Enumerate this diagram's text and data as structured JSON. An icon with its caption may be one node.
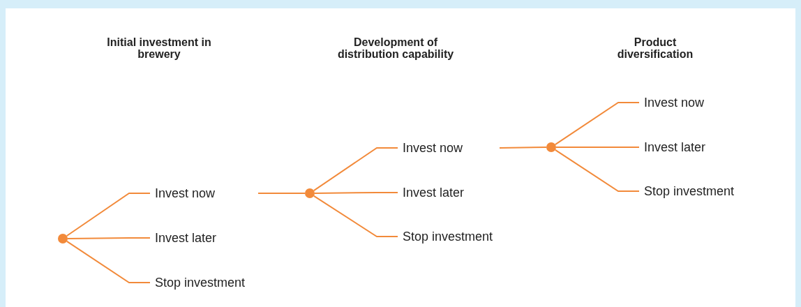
{
  "diagram": {
    "nodes": [
      {
        "text": [],
        "shape": "circle"
      },
      {
        "text": [
          "Invest now"
        ]
      },
      {
        "text": [
          "Invest later"
        ]
      },
      {
        "text": [
          "Stop investment"
        ]
      },
      {
        "text": [],
        "shape": "circle"
      },
      {
        "text": [
          "Invest now"
        ]
      },
      {
        "text": [
          "Invest later"
        ]
      },
      {
        "text": [
          "Stop investment"
        ]
      },
      {
        "text": [],
        "shape": "circle"
      },
      {
        "text": [
          "Invest now"
        ]
      },
      {
        "text": [
          "Invest later"
        ]
      },
      {
        "text": [
          "Stop investment"
        ]
      }
    ],
    "edges": [
      {
        "from": 0,
        "to": 1,
        "arrow": "none"
      },
      {
        "from": 0,
        "to": 2,
        "arrow": "none"
      },
      {
        "from": 0,
        "to": 3,
        "arrow": "none"
      },
      {
        "from": 1,
        "to": 4,
        "arrow": "none"
      },
      {
        "from": 4,
        "to": 5,
        "arrow": "none"
      },
      {
        "from": 4,
        "to": 6,
        "arrow": "none"
      },
      {
        "from": 4,
        "to": 7,
        "arrow": "none"
      },
      {
        "from": 5,
        "to": 8,
        "arrow": "none"
      },
      {
        "from": 8,
        "to": 9,
        "arrow": "none"
      },
      {
        "from": 8,
        "to": 10,
        "arrow": "none"
      },
      {
        "from": 8,
        "to": 11,
        "arrow": "none"
      }
    ],
    "labels": [
      "Initial investment in brewery",
      "Development of distribution capability",
      "Product diversification"
    ]
  }
}
